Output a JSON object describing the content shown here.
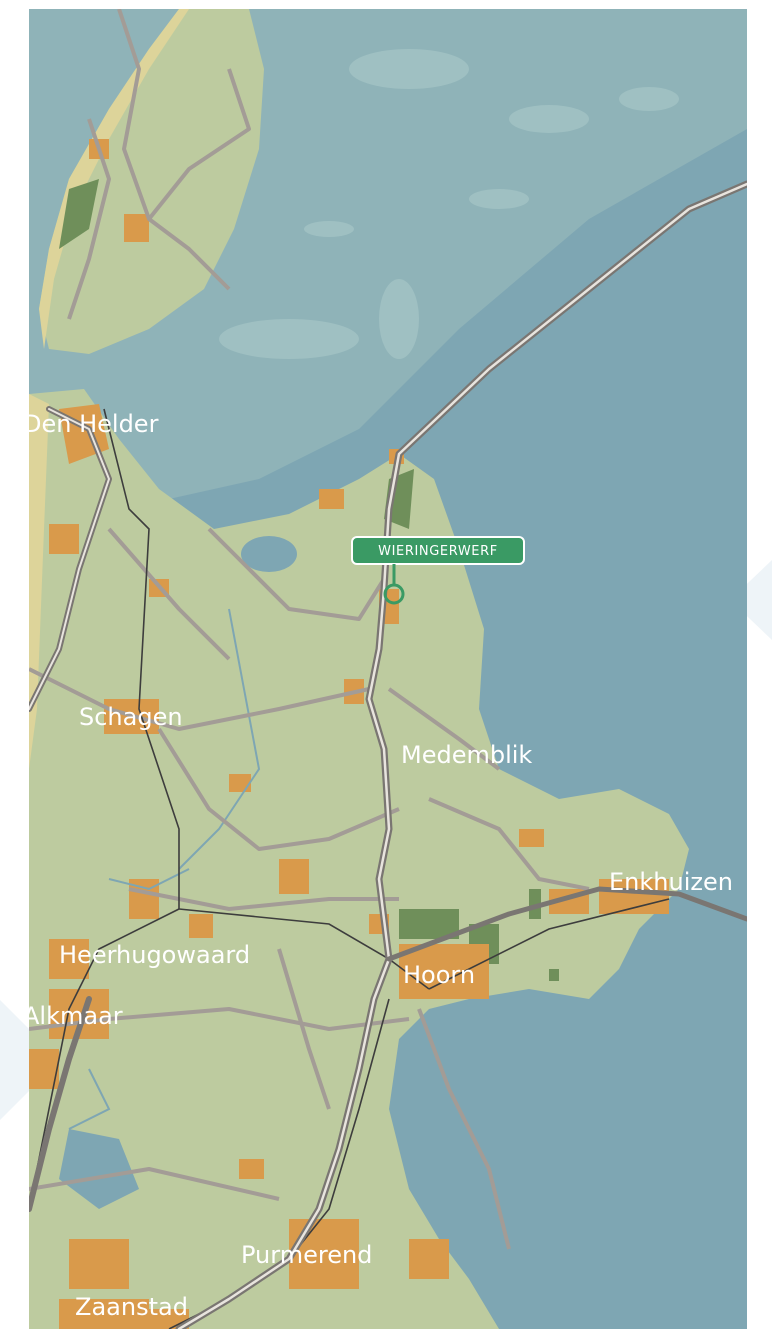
{
  "map": {
    "cities": [
      {
        "id": "den-helder",
        "name": "Den Helder"
      },
      {
        "id": "schagen",
        "name": "Schagen"
      },
      {
        "id": "medemblik",
        "name": "Medemblik"
      },
      {
        "id": "enkhuizen",
        "name": "Enkhuizen"
      },
      {
        "id": "heerhugowaard",
        "name": "Heerhugowaard"
      },
      {
        "id": "hoorn",
        "name": "Hoorn"
      },
      {
        "id": "alkmaar",
        "name": "Alkmaar"
      },
      {
        "id": "purmerend",
        "name": "Purmerend"
      },
      {
        "id": "zaanstad",
        "name": "Zaanstad"
      }
    ],
    "marker": {
      "label": "WIERINGERWERF"
    },
    "colors": {
      "water": "#7ea6b3",
      "wadden": "#8fb3b8",
      "land": "#bdcb9f",
      "dunes": "#ddd49a",
      "forest": "#6f8f5a",
      "urban": "#d99a4b",
      "road": "#a39c96",
      "highway": "#7a7672",
      "rail": "#3d3d3d",
      "marker": "#3a9a64"
    }
  }
}
